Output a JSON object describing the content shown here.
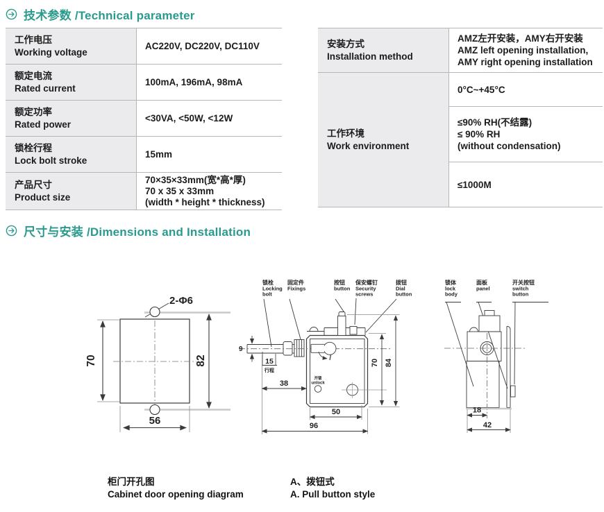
{
  "theme": {
    "accent": "#2a9a8d",
    "line": "#3a3a3a",
    "gray_line": "#c9c9c9"
  },
  "header_tech": {
    "icon": "circle-right-arrow",
    "title_zh": "技术参数",
    "title_en": "/Technical parameter"
  },
  "header_dim": {
    "icon": "circle-right-arrow",
    "title_zh": "尺寸与安装",
    "title_en": "/Dimensions and Installation"
  },
  "tech_table": {
    "rows": [
      {
        "label_zh": "工作电压",
        "label_en": "Working voltage",
        "lines": [
          "AC220V, DC220V, DC110V"
        ]
      },
      {
        "label_zh": "额定电流",
        "label_en": "Rated current",
        "lines": [
          "100mA, 196mA, 98mA"
        ]
      },
      {
        "label_zh": "额定功率",
        "label_en": "Rated power",
        "lines": [
          "<30VA, <50W, <12W"
        ]
      },
      {
        "label_zh": "锁栓行程",
        "label_en": "Lock bolt stroke",
        "lines": [
          "15mm"
        ]
      },
      {
        "label_zh": "产品尺寸",
        "label_en": "Product size",
        "lines": [
          "70×35×33mm(宽*高*厚)",
          "70 x 35 x 33mm",
          "(width * height * thickness)"
        ]
      }
    ]
  },
  "install_table": {
    "row_install": {
      "label_zh": "安装方式",
      "label_en": "Installation method",
      "lines": [
        "AMZ左开安装，AMY右开安装",
        "AMZ left opening installation,",
        "AMY right opening installation"
      ]
    },
    "row_env": {
      "label_zh": "工作环境",
      "label_en": "Work environment",
      "temp": {
        "lines": [
          "0°C~+45°C"
        ]
      },
      "humidity": {
        "lines": [
          "≤90% RH(不结露)",
          "≤ 90% RH",
          "(without condensation)"
        ]
      },
      "altitude": {
        "lines": [
          "≤1000M"
        ]
      }
    }
  },
  "drawing_left": {
    "hole_label": "2-Φ6",
    "dim_h_inner": "70",
    "dim_h_outer": "82",
    "dim_w": "56",
    "caption_zh": "柜门开孔图",
    "caption_en": "Cabinet door opening diagram"
  },
  "drawing_mid": {
    "lbl_bolt_zh": "锁栓",
    "lbl_bolt_en1": "Locking",
    "lbl_bolt_en2": "bolt",
    "lbl_fix_zh": "固定件",
    "lbl_fix_en": "Fixings",
    "lbl_btn_zh": "按钮",
    "lbl_btn_en": "button",
    "lbl_sec_zh": "保安螺钉",
    "lbl_sec_en1": "Security",
    "lbl_sec_en2": "screws",
    "lbl_dial_zh": "拨钮",
    "lbl_dial_en1": "Dial",
    "lbl_dial_en2": "button",
    "unlock_zh": "开锁",
    "unlock_en": "unlock",
    "dim_bolt_dia": "9",
    "dim_stroke": "15",
    "stroke_zh": "行程",
    "dim_38": "38",
    "dim_50": "50",
    "dim_96": "96",
    "dim_70": "70",
    "dim_84": "84",
    "caption_zh": "A、拨钮式",
    "caption_en": "A. Pull button style"
  },
  "drawing_right": {
    "lbl_body_zh": "锁体",
    "lbl_body_en1": "lock",
    "lbl_body_en2": "body",
    "lbl_panel_zh": "面板",
    "lbl_panel_en": "panel",
    "lbl_switch_zh": "开关按钮",
    "lbl_switch_en1": "switch",
    "lbl_switch_en2": "button",
    "dim_18": "18",
    "dim_42": "42"
  }
}
